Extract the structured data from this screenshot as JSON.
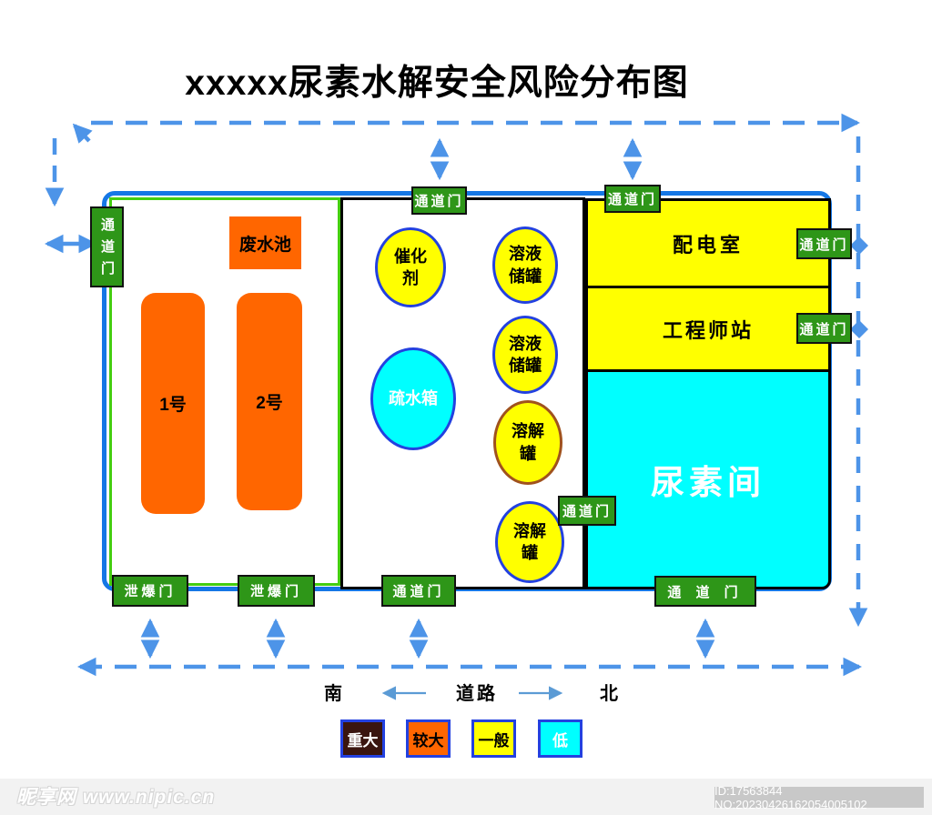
{
  "title": "xxxxx尿素水解安全风险分布图",
  "zones": {
    "left": {
      "waste_pool": "废水池",
      "pool_1": "1号",
      "pool_2": "2号"
    },
    "middle": {
      "catalyst": "催化剂",
      "drain_tank": "疏水箱",
      "solution_tank_1": "溶液储罐",
      "solution_tank_2": "溶液储罐",
      "dissolving_tank_1": "溶解罐",
      "dissolving_tank_2": "溶解罐"
    },
    "right": {
      "power_room": "配电室",
      "engineer_station": "工程师站",
      "urea_room": "尿素间"
    }
  },
  "doors": {
    "left_access": "通道门",
    "top_middle_access": "通道门",
    "top_right_access": "通道门",
    "right_access_1": "通道门",
    "right_access_2": "通道门",
    "inner_access": "通道门",
    "vent_1": "泄爆门",
    "vent_2": "泄爆门",
    "bottom_middle_access": "通道门",
    "bottom_right_access": "通 道 门"
  },
  "compass": {
    "south": "南",
    "road": "道路",
    "north": "北"
  },
  "legend": {
    "items": [
      {
        "label": "重大",
        "color": "#3A150F",
        "text_color": "#FFFFFF"
      },
      {
        "label": "较大",
        "color": "#FF6600",
        "text_color": "#000000"
      },
      {
        "label": "一般",
        "color": "#FFFF00",
        "text_color": "#000000"
      },
      {
        "label": "低",
        "color": "#00FFFF",
        "text_color": "#FFFFFF"
      }
    ]
  },
  "watermark": {
    "site": "昵享网 www.nipic.cn",
    "id_text": "ID:17563844 NO:20230426162054005102"
  },
  "colors": {
    "building_border": "#1577E5",
    "inner_zone_border": "#44CE10",
    "door_green": "#2E9618",
    "dashed_road": "#4D94E8",
    "risk_major": "#3A150F",
    "risk_high": "#FF6600",
    "risk_medium": "#FFFF00",
    "risk_low": "#00FFFF"
  }
}
